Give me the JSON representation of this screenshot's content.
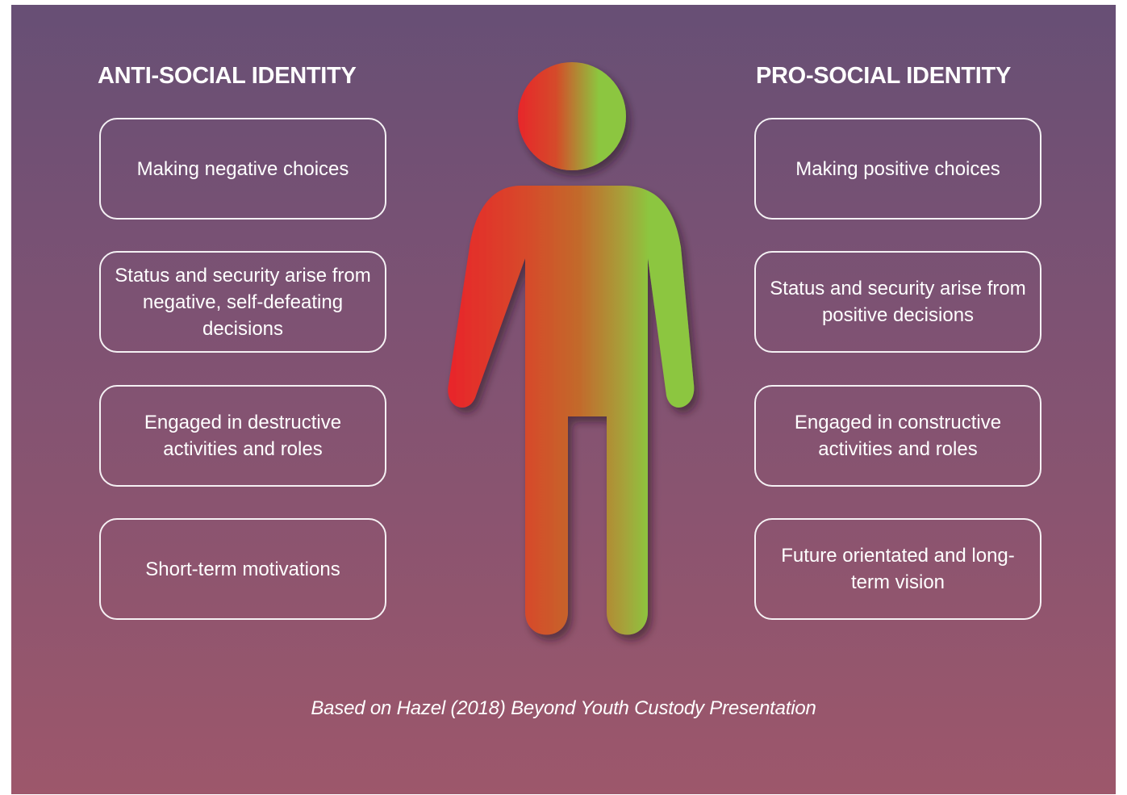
{
  "diagram": {
    "left_heading": "ANTI-SOCIAL IDENTITY",
    "right_heading": "PRO-SOCIAL IDENTITY",
    "left_boxes": [
      "Making negative choices",
      "Status and security arise from negative, self-defeating decisions",
      "Engaged in destructive activities and roles",
      "Short-term motivations"
    ],
    "right_boxes": [
      "Making positive choices",
      "Status and security arise from positive decisions",
      "Engaged in constructive activities and roles",
      "Future orientated and long-term vision"
    ],
    "caption": "Based on Hazel (2018) Beyond Youth Custody Presentation"
  },
  "colors": {
    "background_top": "#674f75",
    "background_bottom": "#9d576b",
    "figure_left": "#e8262b",
    "figure_right": "#8cc63f",
    "text": "#ffffff"
  },
  "icons": {
    "figure": "person-icon"
  }
}
